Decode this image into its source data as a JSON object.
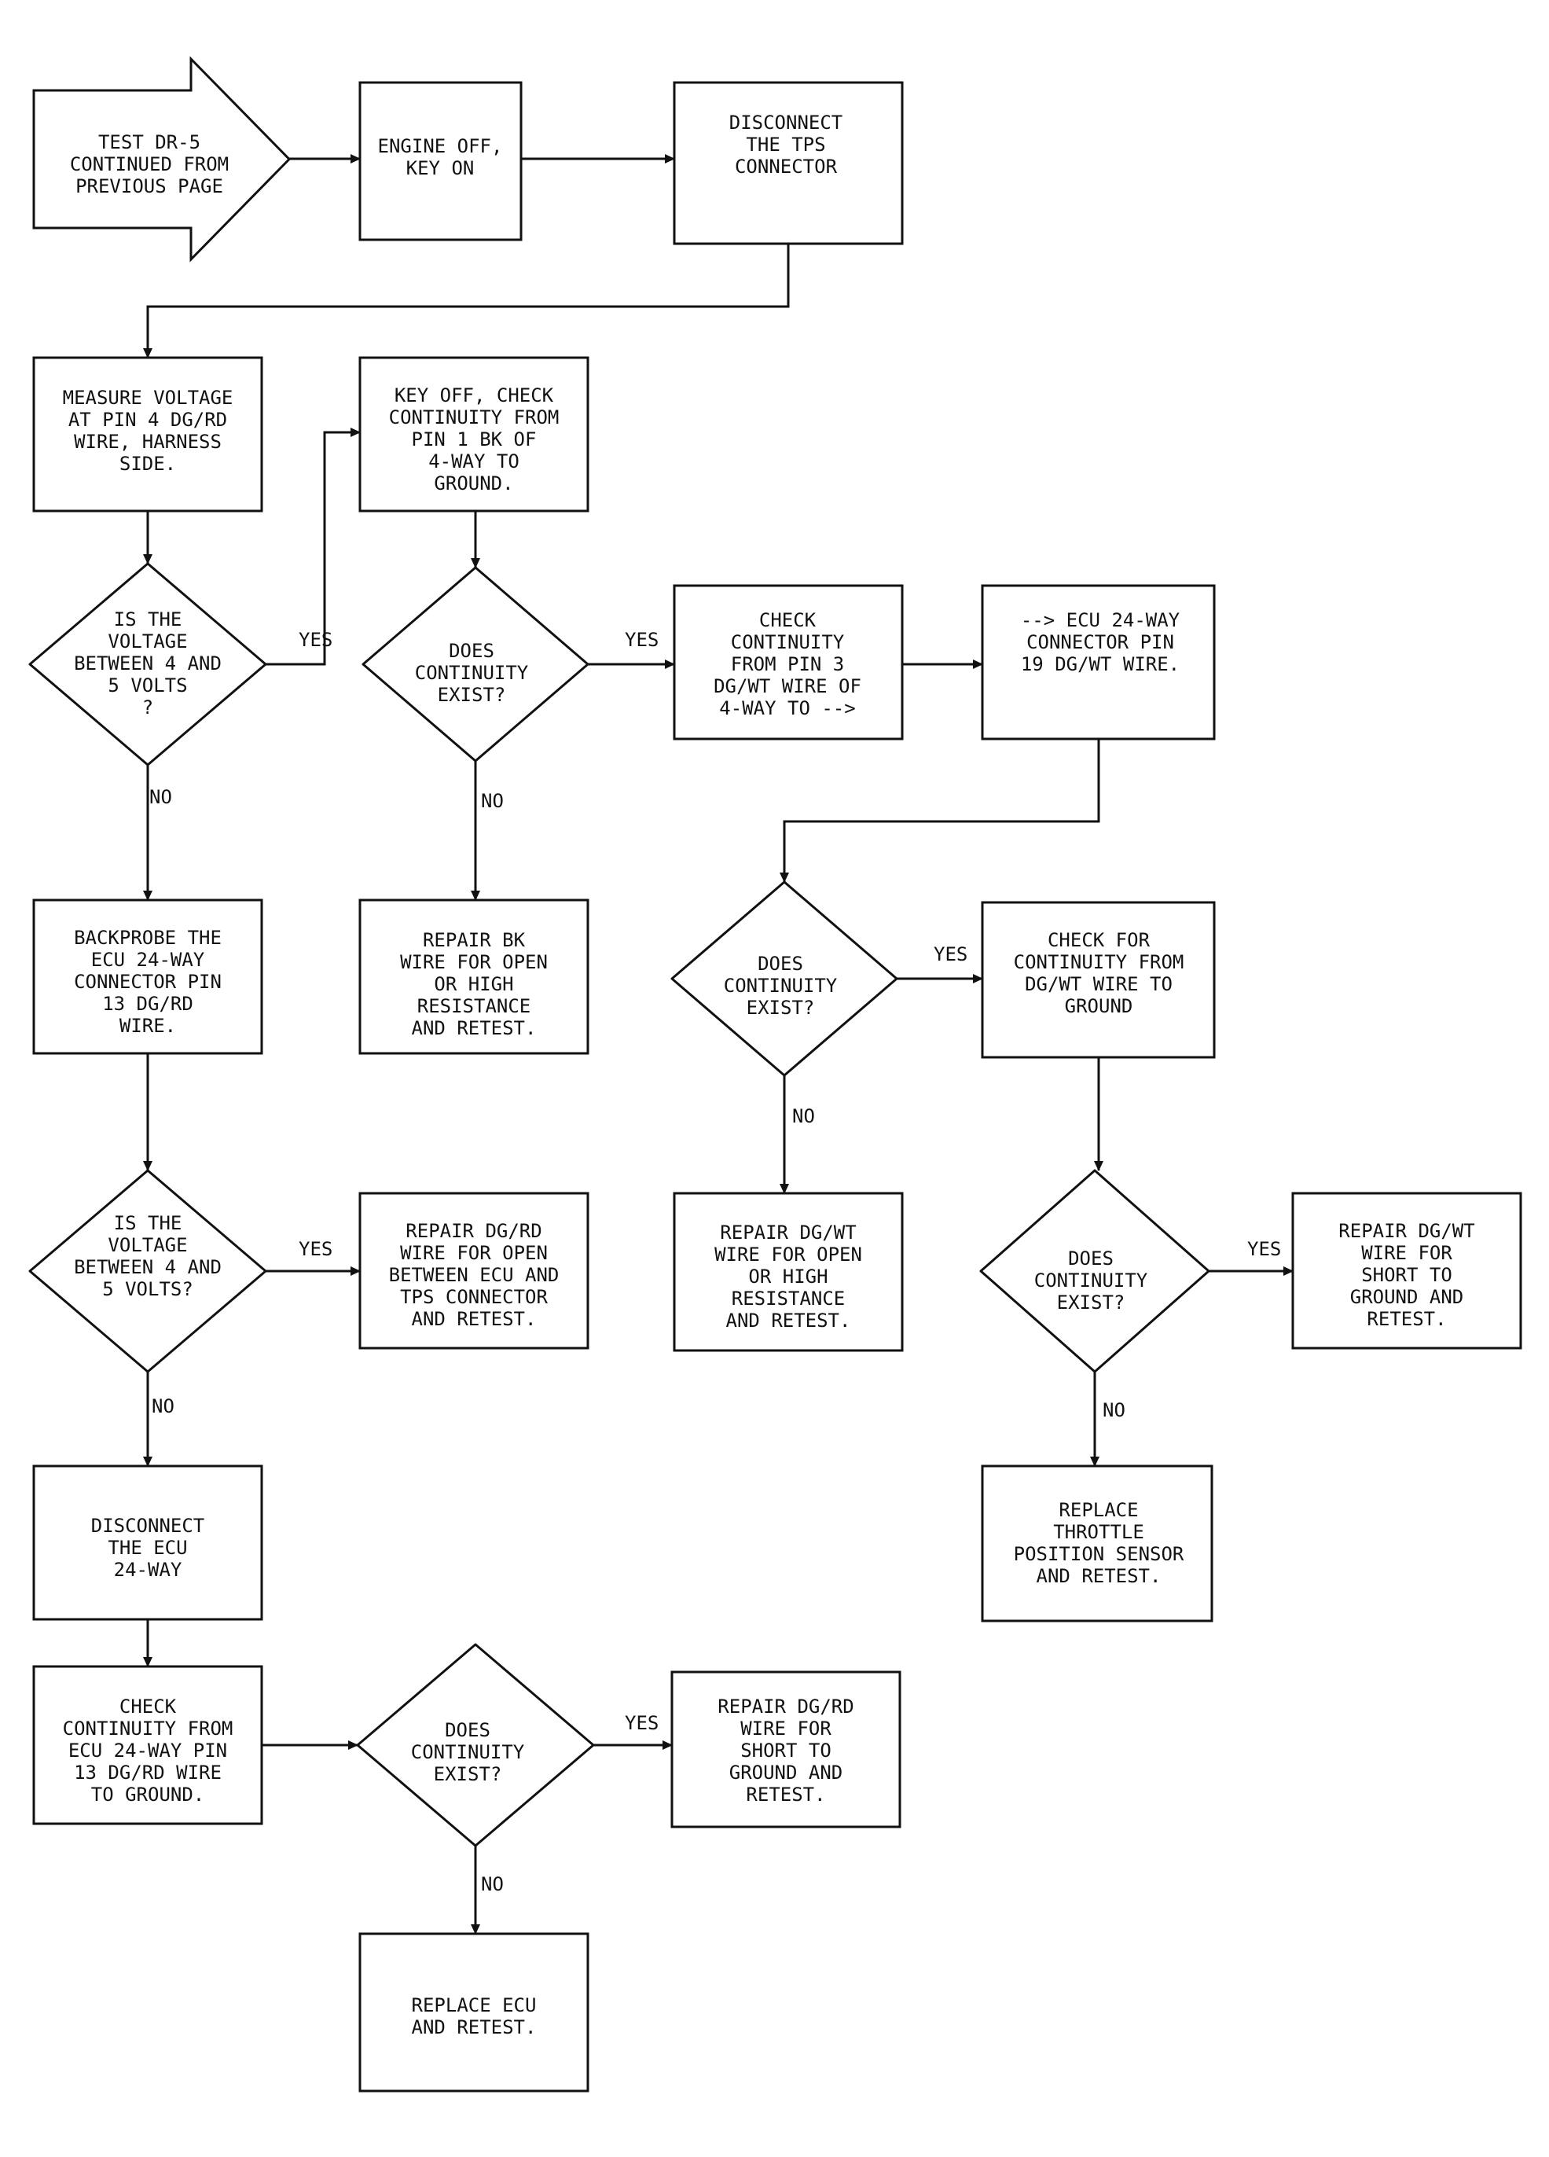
{
  "colors": {
    "ink": "#111111",
    "paper": "#ffffff"
  },
  "nodes": {
    "start": {
      "lines": [
        "TEST DR-5",
        "CONTINUED FROM",
        "PREVIOUS PAGE"
      ]
    },
    "engine": {
      "lines": [
        "ENGINE OFF,",
        "KEY ON"
      ]
    },
    "disc_tps": {
      "lines": [
        "DISCONNECT",
        "THE TPS",
        "CONNECTOR"
      ]
    },
    "measure": {
      "lines": [
        "MEASURE VOLTAGE",
        "AT PIN 4 DG/RD",
        "WIRE, HARNESS",
        "SIDE."
      ]
    },
    "q_volt1": {
      "lines": [
        "IS THE",
        "VOLTAGE",
        "BETWEEN 4 AND",
        "5 VOLTS",
        "?"
      ]
    },
    "keyoff": {
      "lines": [
        "KEY OFF, CHECK",
        "CONTINUITY FROM",
        "PIN 1 BK OF",
        "4-WAY TO",
        "GROUND."
      ]
    },
    "q_cont1": {
      "lines": [
        "DOES",
        "CONTINUITY",
        "EXIST?"
      ]
    },
    "check3": {
      "lines": [
        "CHECK",
        "CONTINUITY",
        "FROM PIN 3",
        "DG/WT WIRE OF",
        "4-WAY TO -->"
      ]
    },
    "ecu19": {
      "lines": [
        "--> ECU 24-WAY",
        "CONNECTOR PIN",
        "19 DG/WT WIRE."
      ]
    },
    "repair_bk": {
      "lines": [
        "REPAIR BK",
        "WIRE FOR OPEN",
        "OR HIGH",
        "RESISTANCE",
        "AND RETEST."
      ]
    },
    "backprobe": {
      "lines": [
        "BACKPROBE THE",
        "ECU 24-WAY",
        "CONNECTOR PIN",
        "13 DG/RD",
        "WIRE."
      ]
    },
    "q_cont2": {
      "lines": [
        "DOES",
        "CONTINUITY",
        "EXIST?"
      ]
    },
    "chk_gnd": {
      "lines": [
        "CHECK FOR",
        "CONTINUITY FROM",
        "DG/WT WIRE TO",
        "GROUND"
      ]
    },
    "q_volt2": {
      "lines": [
        "IS THE",
        "VOLTAGE",
        "BETWEEN 4 AND",
        "5 VOLTS?"
      ]
    },
    "repair_rd_open": {
      "lines": [
        "REPAIR DG/RD",
        "WIRE FOR OPEN",
        "BETWEEN ECU AND",
        "TPS CONNECTOR",
        "AND RETEST."
      ]
    },
    "repair_wt_open": {
      "lines": [
        "REPAIR DG/WT",
        "WIRE FOR OPEN",
        "OR HIGH",
        "RESISTANCE",
        "AND RETEST."
      ]
    },
    "q_cont3": {
      "lines": [
        "DOES",
        "CONTINUITY",
        "EXIST?"
      ]
    },
    "repair_wt_short": {
      "lines": [
        "REPAIR DG/WT",
        "WIRE FOR",
        "SHORT TO",
        "GROUND AND",
        "RETEST."
      ]
    },
    "disc_ecu": {
      "lines": [
        "DISCONNECT",
        "THE ECU",
        "24-WAY"
      ]
    },
    "replace_tps": {
      "lines": [
        "REPLACE",
        "THROTTLE",
        "POSITION SENSOR",
        "AND RETEST."
      ]
    },
    "chk13": {
      "lines": [
        "CHECK",
        "CONTINUITY FROM",
        "ECU 24-WAY PIN",
        "13 DG/RD WIRE",
        "TO GROUND."
      ]
    },
    "q_cont4": {
      "lines": [
        "DOES",
        "CONTINUITY",
        "EXIST?"
      ]
    },
    "repair_rd_short": {
      "lines": [
        "REPAIR DG/RD",
        "WIRE FOR",
        "SHORT TO",
        "GROUND AND",
        "RETEST."
      ]
    },
    "replace_ecu": {
      "lines": [
        "REPLACE ECU",
        "AND RETEST."
      ]
    }
  },
  "labels": {
    "yes": "YES",
    "no": "NO"
  }
}
